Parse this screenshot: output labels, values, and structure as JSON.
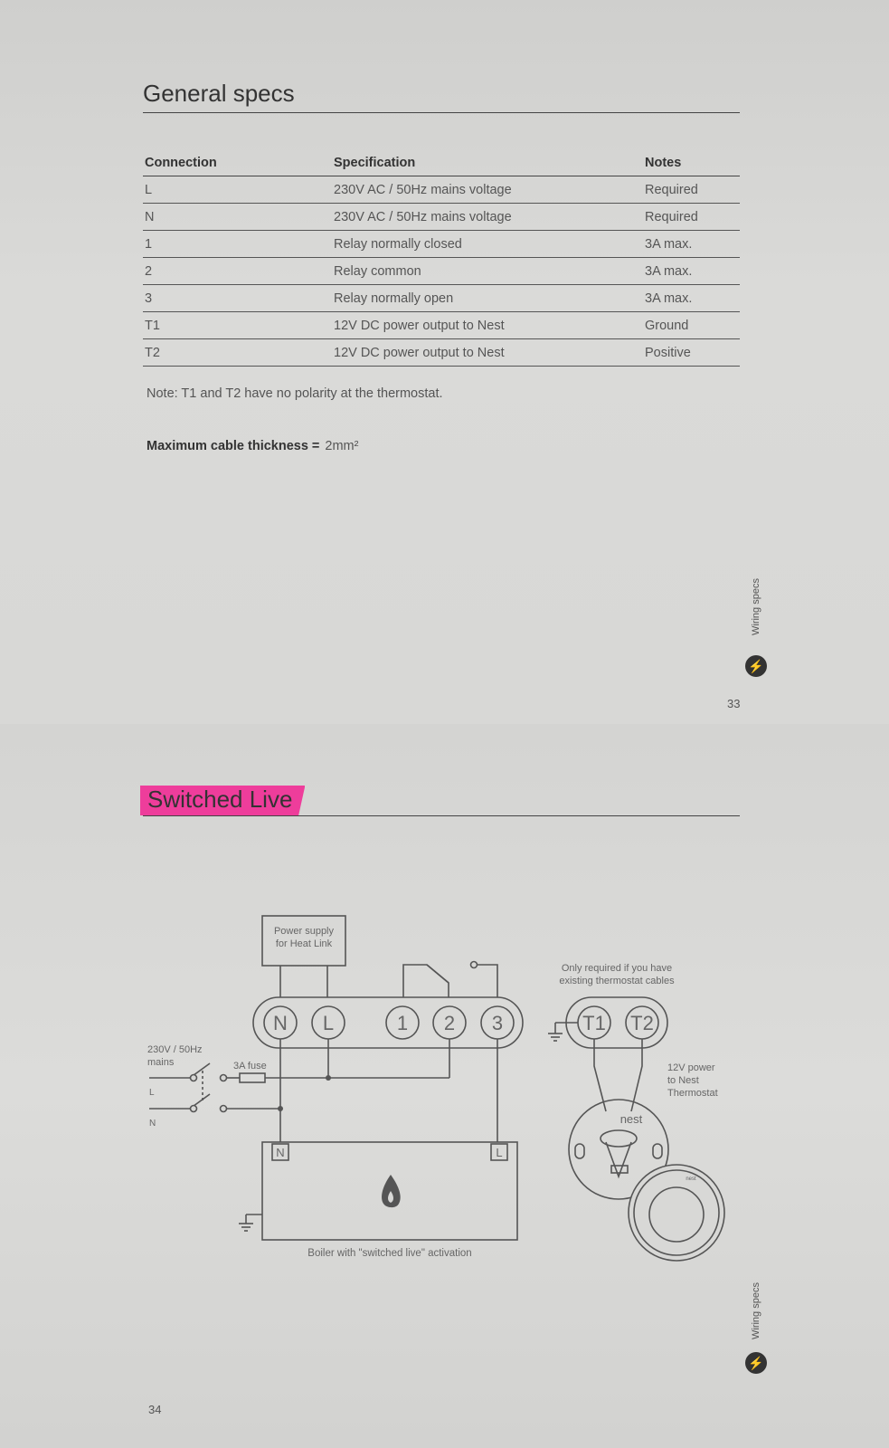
{
  "general": {
    "title": "General specs",
    "headers": {
      "connection": "Connection",
      "specification": "Specification",
      "notes": "Notes"
    },
    "rows": [
      {
        "connection": "L",
        "specification": "230V AC / 50Hz mains voltage",
        "notes": "Required"
      },
      {
        "connection": "N",
        "specification": "230V AC / 50Hz mains voltage",
        "notes": "Required"
      },
      {
        "connection": "1",
        "specification": "Relay normally closed",
        "notes": "3A max."
      },
      {
        "connection": "2",
        "specification": "Relay common",
        "notes": "3A max."
      },
      {
        "connection": "3",
        "specification": "Relay normally open",
        "notes": "3A max."
      },
      {
        "connection": "T1",
        "specification": "12V DC power output to Nest",
        "notes": "Ground"
      },
      {
        "connection": "T2",
        "specification": "12V DC power output to Nest",
        "notes": "Positive"
      }
    ],
    "note": "Note: T1 and T2 have no polarity at the thermostat.",
    "cable_label": "Maximum cable thickness =",
    "cable_value": "2mm²",
    "page_number": "33"
  },
  "side_tab": {
    "label": "Wiring specs",
    "icon": "wiring-icon"
  },
  "switched": {
    "title": "Switched Live",
    "page_number": "34",
    "diagram": {
      "power_supply_line1": "Power supply",
      "power_supply_line2": "for Heat Link",
      "terminals": [
        "N",
        "L",
        "1",
        "2",
        "3"
      ],
      "thermostat_terminals": [
        "T1",
        "T2"
      ],
      "only_required_line1": "Only required if you have",
      "only_required_line2": "existing thermostat cables",
      "mains_line1": "230V / 50Hz",
      "mains_line2": "mains",
      "mains_l": "L",
      "mains_n": "N",
      "fuse": "3A fuse",
      "boiler_n": "N",
      "boiler_l": "L",
      "boiler_caption": "Boiler with \"switched live\" activation",
      "power_line1": "12V power",
      "power_line2": "to Nest",
      "power_line3": "Thermostat",
      "brand": "nest"
    }
  },
  "colors": {
    "highlight": "#ee3d9b",
    "ink": "#3a3a3a",
    "paper": "#d6d6d4"
  }
}
